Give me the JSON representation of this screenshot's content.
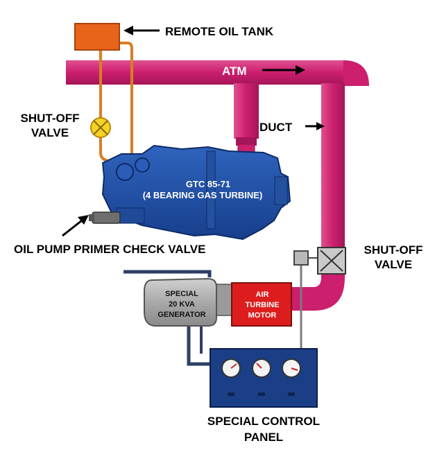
{
  "labels": {
    "remote_oil_tank": "REMOTE OIL TANK",
    "atm": "ATM",
    "duct": "DUCT",
    "shutoff_left_line1": "SHUT-OFF",
    "shutoff_left_line2": "VALVE",
    "turbine_line1": "GTC 85-71",
    "turbine_line2": "(4 BEARING GAS TURBINE)",
    "primer_valve": "OIL PUMP PRIMER CHECK VALVE",
    "shutoff_right_line1": "SHUT-OFF",
    "shutoff_right_line2": "VALVE",
    "generator_line1": "SPECIAL",
    "generator_line2": "20 KVA",
    "generator_line3": "GENERATOR",
    "air_motor_line1": "AIR",
    "air_motor_line2": "TURBINE",
    "air_motor_line3": "MOTOR",
    "panel_line1": "SPECIAL CONTROL",
    "panel_line2": "PANEL"
  },
  "colors": {
    "duct": "#cc1f6e",
    "oil_line": "#d77f22",
    "oil_tank": "#e8641a",
    "turbine": "#1d4fa8",
    "generator": "#b2b2b2",
    "air_motor": "#dd1d1d",
    "panel": "#1b3f86",
    "shutoff_valve": "#f5d12a"
  },
  "icons": [
    "shutoff-valve-icon",
    "gauge-icon",
    "arrow-icon"
  ]
}
